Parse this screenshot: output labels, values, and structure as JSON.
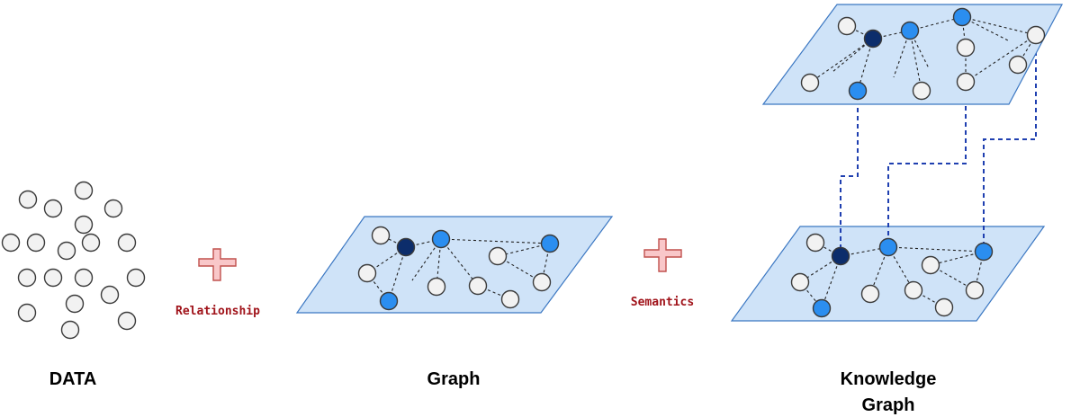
{
  "titles": {
    "data": "DATA",
    "graph": "Graph",
    "knowledge_graph_line1": "Knowledge",
    "knowledge_graph_line2": "Graph"
  },
  "operators": {
    "relationship": "Relationship",
    "semantics": "Semantics"
  },
  "colors": {
    "node_default": "#f2f2f2",
    "node_highlight": "#2b8ef0",
    "node_hub": "#0c2d6b",
    "plane_fill": "#cfe3f8",
    "plane_border": "#3b77c2",
    "plus_fill": "#f9c7c9",
    "plus_border": "#c0504d",
    "label_red": "#a0131a",
    "link_blue": "#1f3fb0"
  }
}
